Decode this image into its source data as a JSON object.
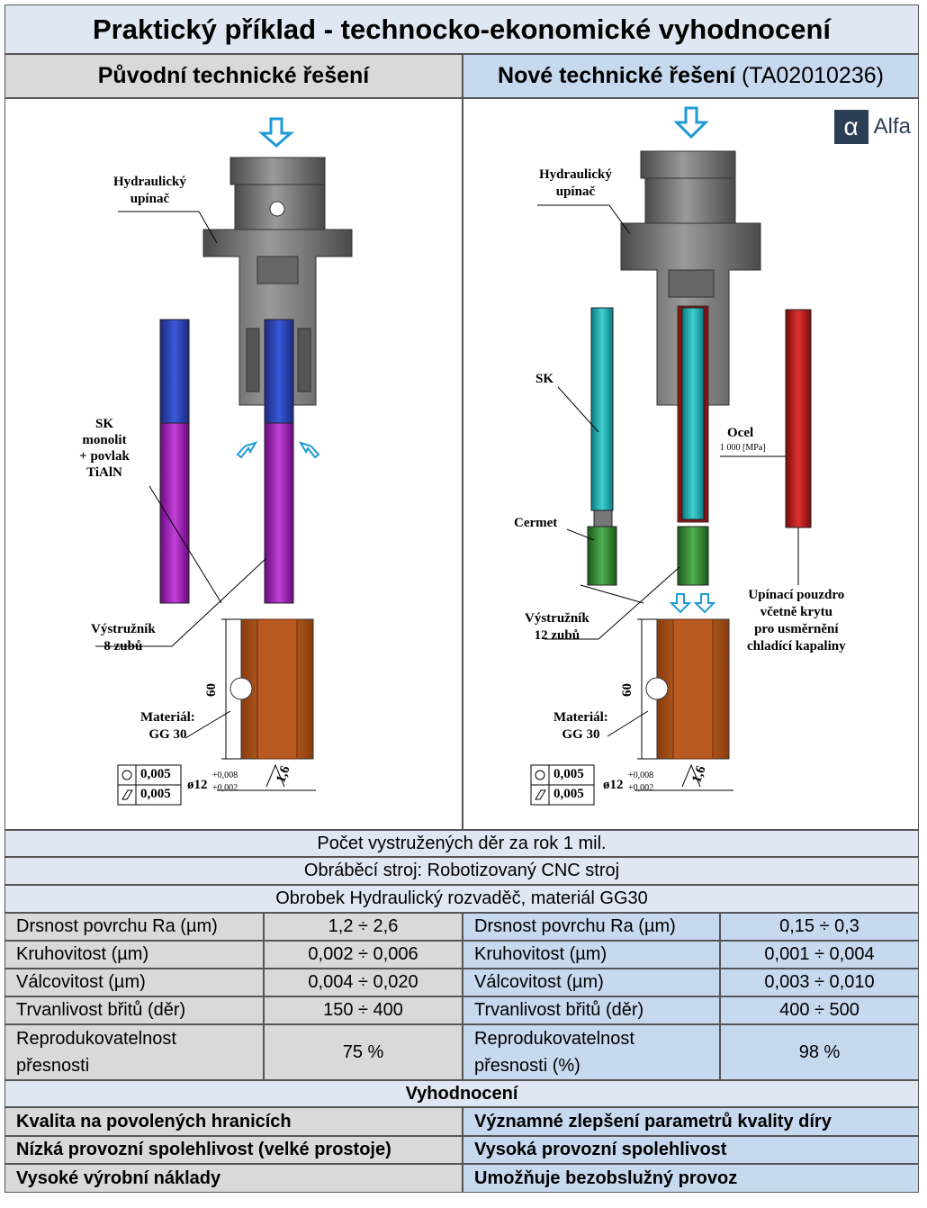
{
  "title": "Praktický příklad - technocko-ekonomické vyhodnocení",
  "left_header": "Původní technické řešení",
  "right_header": {
    "main": "Nové technické řešení",
    "code": "(TA02010236)"
  },
  "logo": {
    "symbol": "α",
    "text": "Alfa"
  },
  "colors": {
    "header_grey": "#d9d9d9",
    "header_blue": "#c7d9ef",
    "title_bg": "#dfe7f2",
    "logo": "#2c3e55"
  },
  "left_figure": {
    "labels": {
      "clamp": [
        "Hydraulický",
        "upínač"
      ],
      "sk": [
        "SK",
        "monolit",
        "+ povlak",
        "TiAlN"
      ],
      "reamer": [
        "Výstružník",
        "8 zubů"
      ],
      "material": [
        "Materiál:",
        "GG 30"
      ],
      "dim": "60",
      "tol1": "0,005",
      "tol2": "0,005",
      "dia": "ø12",
      "dia_up": "+0,008",
      "dia_lo": "+0,002",
      "rough": "1,6"
    }
  },
  "right_figure": {
    "labels": {
      "clamp": [
        "Hydraulický",
        "upínač"
      ],
      "sk": "SK",
      "cermet": "Cermet",
      "reamer": [
        "Výstružník",
        "12 zubů"
      ],
      "steel": "Ocel",
      "steel_val": "1 000 [MPa]",
      "sleeve": [
        "Upínací pouzdro",
        "včetně krytu",
        "pro usměrnění",
        "chladící kapaliny"
      ],
      "material": [
        "Materiál:",
        "GG 30"
      ],
      "dim": "60",
      "tol1": "0,005",
      "tol2": "0,005",
      "dia": "ø12",
      "dia_up": "+0,008",
      "dia_lo": "+0,002",
      "rough": "1,6"
    }
  },
  "info_rows": [
    "Počet vystružených děr za rok 1 mil.",
    "Obráběcí stroj: Robotizovaný CNC stroj",
    "Obrobek Hydraulický rozvaděč, materiál GG30"
  ],
  "params": [
    {
      "left_label": "Drsnost povrchu Ra (µm)",
      "left_value": "1,2 ÷ 2,6",
      "right_label": "Drsnost povrchu Ra (µm)",
      "right_value": "0,15 ÷ 0,3"
    },
    {
      "left_label": "Kruhovitost (µm)",
      "left_value": "0,002 ÷ 0,006",
      "right_label": "Kruhovitost (µm)",
      "right_value": "0,001 ÷ 0,004"
    },
    {
      "left_label": "Válcovitost (µm)",
      "left_value": "0,004 ÷ 0,020",
      "right_label": "Válcovitost (µm)",
      "right_value": "0,003 ÷ 0,010"
    },
    {
      "left_label": "Trvanlivost břitů (děr)",
      "left_value": "150 ÷ 400",
      "right_label": "Trvanlivost břitů (děr)",
      "right_value": "400 ÷ 500"
    },
    {
      "left_label": "Reprodukovatelnost přesnosti",
      "left_value": "75 %",
      "right_label": "Reprodukovatelnost přesnosti (%)",
      "right_value": "98 %"
    }
  ],
  "evaluation_header": "Vyhodnocení",
  "evaluation": [
    {
      "left": "Kvalita na povolených hranicích",
      "right": "Významné zlepšení parametrů kvality díry"
    },
    {
      "left": "Nízká provozní spolehlivost (velké prostoje)",
      "right": "Vysoká provozní spolehlivost"
    },
    {
      "left": "Vysoké výrobní náklady",
      "right": "Umožňuje bezobslužný provoz"
    }
  ]
}
